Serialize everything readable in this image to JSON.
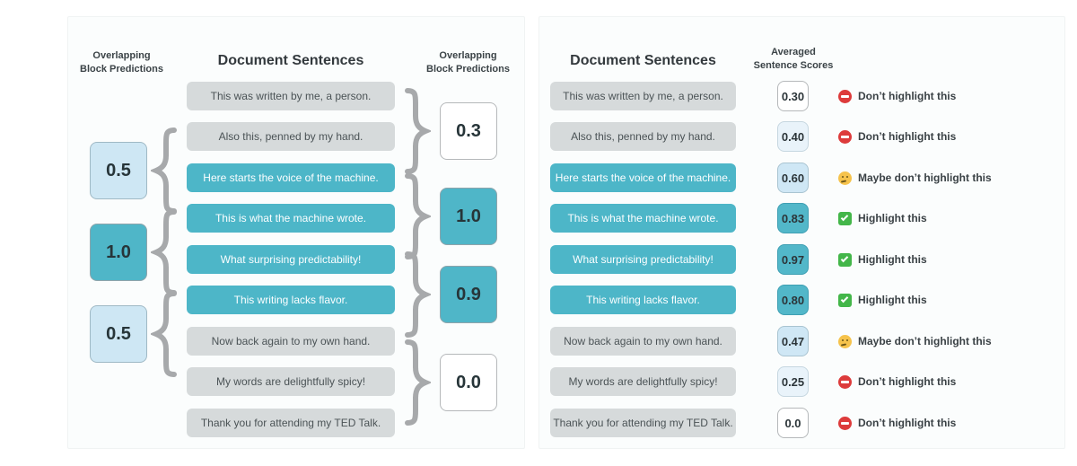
{
  "left_panel": {
    "left_header_line1": "Overlapping",
    "left_header_line2": "Block Predictions",
    "title": "Document Sentences",
    "right_header_line1": "Overlapping",
    "right_header_line2": "Block Predictions",
    "left_blocks": [
      {
        "value": "0.5",
        "tone": "light-blue"
      },
      {
        "value": "1.0",
        "tone": "teal"
      },
      {
        "value": "0.5",
        "tone": "light-blue"
      }
    ],
    "right_blocks": [
      {
        "value": "0.3",
        "tone": "white"
      },
      {
        "value": "1.0",
        "tone": "teal"
      },
      {
        "value": "0.9",
        "tone": "teal"
      },
      {
        "value": "0.0",
        "tone": "white"
      }
    ]
  },
  "sentences": [
    {
      "text": "This was written by me, a person.",
      "author": "human"
    },
    {
      "text": "Also this, penned by my hand.",
      "author": "human"
    },
    {
      "text": "Here starts the voice of the machine.",
      "author": "machine"
    },
    {
      "text": "This is what the machine wrote.",
      "author": "machine"
    },
    {
      "text": "What surprising predictability!",
      "author": "machine"
    },
    {
      "text": "This writing lacks flavor.",
      "author": "machine"
    },
    {
      "text": "Now back again to my own hand.",
      "author": "human"
    },
    {
      "text": "My words are delightfully spicy!",
      "author": "human"
    },
    {
      "text": "Thank you for attending my TED Talk.",
      "author": "human"
    }
  ],
  "right_panel": {
    "title": "Document Sentences",
    "scores_header_line1": "Averaged",
    "scores_header_line2": "Sentence Scores",
    "rows": [
      {
        "score": "0.30",
        "tone": "white",
        "icon": "no-entry",
        "verdict": "Don’t highlight this"
      },
      {
        "score": "0.40",
        "tone": "faint-blue",
        "icon": "no-entry",
        "verdict": "Don’t highlight this"
      },
      {
        "score": "0.60",
        "tone": "light-blue",
        "icon": "thinking-face",
        "verdict": "Maybe don’t highlight this"
      },
      {
        "score": "0.83",
        "tone": "teal",
        "icon": "check-mark",
        "verdict": "Highlight this"
      },
      {
        "score": "0.97",
        "tone": "teal",
        "icon": "check-mark",
        "verdict": "Highlight this"
      },
      {
        "score": "0.80",
        "tone": "teal",
        "icon": "check-mark",
        "verdict": "Highlight this"
      },
      {
        "score": "0.47",
        "tone": "light-blue",
        "icon": "thinking-face",
        "verdict": "Maybe don’t highlight this"
      },
      {
        "score": "0.25",
        "tone": "faint-blue",
        "icon": "no-entry",
        "verdict": "Don’t highlight this"
      },
      {
        "score": "0.0",
        "tone": "white",
        "icon": "no-entry",
        "verdict": "Don’t highlight this"
      }
    ]
  },
  "colors": {
    "machine_teal": "#4db6c8",
    "human_gray": "#d6dadb",
    "light_blue": "#cee7f4",
    "faint_blue": "#e9f3fa",
    "brace_gray": "#a7a9ab",
    "no_entry_red": "#dd3b3b",
    "thinking_yellow": "#f6c34c",
    "check_green": "#43b649"
  }
}
